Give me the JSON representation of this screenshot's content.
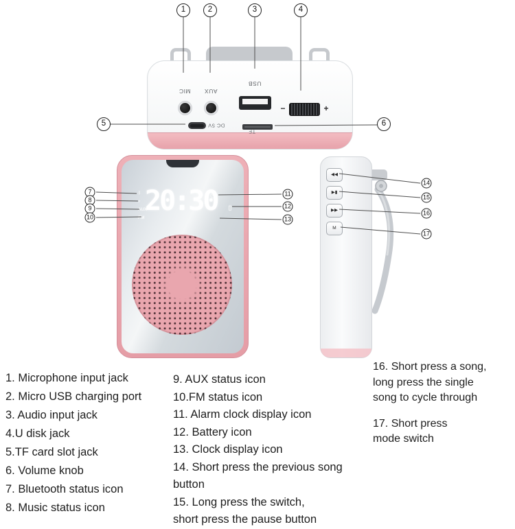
{
  "callouts": [
    "1",
    "2",
    "3",
    "4",
    "5",
    "6",
    "7",
    "8",
    "9",
    "10",
    "11",
    "12",
    "13",
    "14",
    "15",
    "16",
    "17"
  ],
  "top_view": {
    "mic_label": "MIC",
    "aux_label": "AUX",
    "usb_label": "USB",
    "dc_label": "DC 5V",
    "tf_label": "TF",
    "minus": "−",
    "plus": "+"
  },
  "display": {
    "time": "20:30",
    "bluetooth_icon": "ᛒ",
    "music_icon": "♪",
    "aux_icon": "AUX",
    "fm_icon": "FM",
    "alarm_icon": "◷",
    "battery_icon": "▯"
  },
  "side_view": {
    "prev_icon": "◀◀",
    "play_icon": "▶▮",
    "next_icon": "▶▶",
    "mode_icon": "M"
  },
  "colors": {
    "pink_frame": "#eba8b0",
    "pink_dark": "#d8929c",
    "body_white": "#f8f9fa",
    "clip_gray": "#c9ccd0"
  },
  "legend": {
    "col1": [
      "1. Microphone input jack",
      "2. Micro USB charging port",
      "3. Audio input jack",
      "4.U disk jack",
      "5.TF card slot jack",
      "6. Volume knob",
      "7. Bluetooth status icon",
      "8. Music status icon"
    ],
    "col2": [
      "9. AUX status icon",
      "10.FM status icon",
      "11. Alarm clock display icon",
      "12. Battery icon",
      "13. Clock display icon",
      "14. Short press the previous song button",
      "15. Long press the switch,\nshort press the pause button"
    ],
    "col3": [
      "16. Short press a song,\nlong press the single\nsong to cycle through",
      "17. Short press\nmode switch"
    ]
  }
}
